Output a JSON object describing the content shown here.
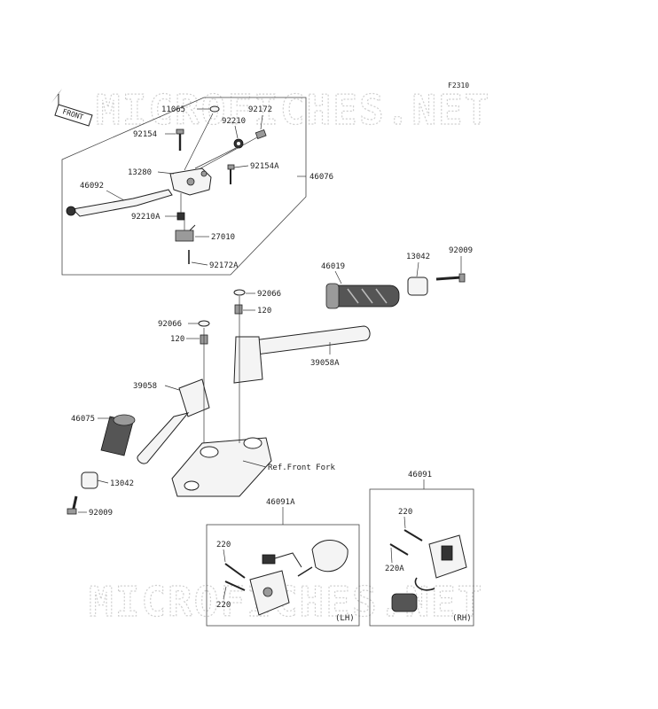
{
  "watermark": "MICROFICHES.NET",
  "figure_code": "F2310",
  "front_badge": "FRONT",
  "callouts": {
    "c11065": "11065",
    "c92172": "92172",
    "c92210": "92210",
    "c92154": "92154",
    "c13280": "13280",
    "c92154A": "92154A",
    "c46076": "46076",
    "c46092": "46092",
    "c92210A": "92210A",
    "c27010": "27010",
    "c92172A": "92172A",
    "c46019": "46019",
    "c13042_r": "13042",
    "c92009_r": "92009",
    "c92066_t": "92066",
    "c120_t": "120",
    "c92066_l": "92066",
    "c120_l": "120",
    "c39058A": "39058A",
    "c39058": "39058",
    "c46075": "46075",
    "c13042_l": "13042",
    "c92009_l": "92009",
    "ref_front_fork": "Ref.Front Fork",
    "c46091": "46091",
    "c46091A": "46091A",
    "c220_lh_top": "220",
    "c220_lh_bot": "220",
    "c220_rh": "220",
    "c220A_rh": "220A",
    "lh_tag": "(LH)",
    "rh_tag": "(RH)"
  }
}
